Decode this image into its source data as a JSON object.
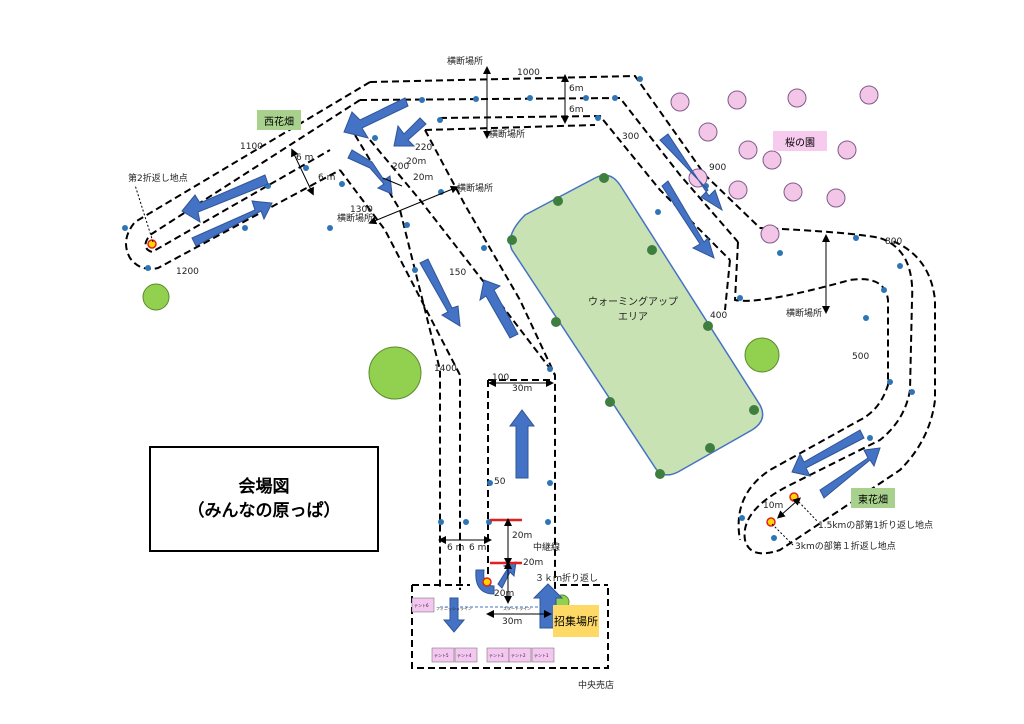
{
  "title": {
    "line1": "会場図",
    "line2": "（みんなの原っぱ）"
  },
  "areas": {
    "west_field": "西花畑",
    "sakura": "桜の園",
    "east_field": "東花畑",
    "warmup_line1": "ウォーミングアップ",
    "warmup_line2": "エリア",
    "gathering": "招集場所",
    "shop": "中央売店"
  },
  "points": {
    "second_turn": "第2折返し地点",
    "turn_1_5km": "1.5kmの部第1折り返し地点",
    "turn_3km": "3kmの部第１折返し地点",
    "turn_3km_center": "３ｋｍ折り返し",
    "relay": "中継線"
  },
  "crossings": {
    "top": "横断場所",
    "top_lower": "横断場所",
    "mid_right": "横断場所",
    "mid_left": "横断場所",
    "east": "横断場所"
  },
  "distances": {
    "d1000": "1000",
    "d1100": "1100",
    "d1200": "1200",
    "d1300": "1300",
    "d1400": "1400",
    "d100": "100",
    "d150": "150",
    "d200": "200",
    "d220": "220",
    "d300": "300",
    "d400": "400",
    "d500": "500",
    "d800": "800",
    "d900": "900",
    "d50": "50"
  },
  "dims": {
    "w6a": "6m",
    "w6b": "6m",
    "w6c": "6 m",
    "w6d": "6 m",
    "w6e": "6 m",
    "w6f": "6 m",
    "w20a": "20m",
    "w20b": "20m",
    "w20c": "20m",
    "w20d": "20m",
    "w20e": "20m",
    "w30a": "30m",
    "w30b": "30m",
    "w10": "10m"
  },
  "tents": {
    "t6": "テント6",
    "t5": "テント5",
    "t4": "テント4",
    "t3": "テント3",
    "t2": "テント2",
    "t1": "テント1"
  },
  "lines": {
    "finish": "フィニッシュライン",
    "start": "スタートライン"
  },
  "colors": {
    "arrow": "#4472C4",
    "tree": "#92D050",
    "warmup": "#C9E2B3",
    "sakura_tree": "#F3C6E8",
    "label_green": "#A9D18E",
    "label_pink": "#F7CBEE",
    "label_orange": "#FFD966",
    "tent": "#F4C7F0",
    "relay_line": "#E02020"
  }
}
